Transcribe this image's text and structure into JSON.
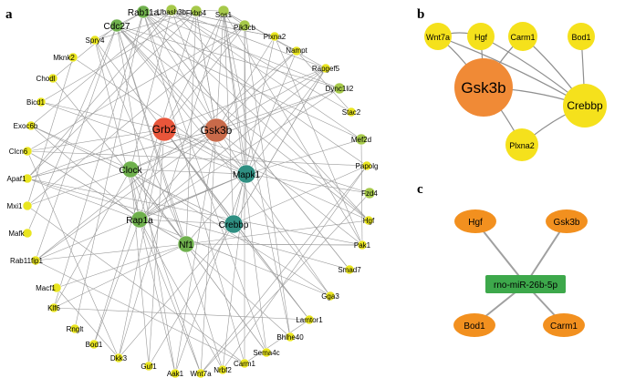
{
  "panels": {
    "a": {
      "letter": "a",
      "colors": {
        "yellow": "#e9e51f",
        "lightgreen": "#a6c94a",
        "green": "#6fb04d",
        "teal": "#2f8f82",
        "orange": "#f07a2f",
        "red": "#e8553a",
        "brown": "#c86a4a"
      },
      "nodes": [
        {
          "id": "Rab11a",
          "color": "green"
        },
        {
          "id": "Ubash3b",
          "color": "lightgreen"
        },
        {
          "id": "Fkbp4",
          "color": "lightgreen"
        },
        {
          "id": "Sos1",
          "color": "lightgreen"
        },
        {
          "id": "Cdc27",
          "color": "green"
        },
        {
          "id": "Pik3cb",
          "color": "lightgreen"
        },
        {
          "id": "Spry4",
          "color": "yellow"
        },
        {
          "id": "Plxna2",
          "color": "yellow"
        },
        {
          "id": "Nampt",
          "color": "yellow"
        },
        {
          "id": "Mknk2",
          "color": "yellow"
        },
        {
          "id": "Chodl",
          "color": "yellow"
        },
        {
          "id": "Rapgef5",
          "color": "yellow"
        },
        {
          "id": "Dync1li2",
          "color": "lightgreen"
        },
        {
          "id": "Bicd1",
          "color": "yellow"
        },
        {
          "id": "Stac2",
          "color": "yellow"
        },
        {
          "id": "Exoc6b",
          "color": "yellow"
        },
        {
          "id": "Grb2",
          "color": "red"
        },
        {
          "id": "Gsk3b",
          "color": "brown"
        },
        {
          "id": "Mef2d",
          "color": "lightgreen"
        },
        {
          "id": "Clcn6",
          "color": "yellow"
        },
        {
          "id": "Clock",
          "color": "green"
        },
        {
          "id": "Mapk1",
          "color": "teal"
        },
        {
          "id": "Papolg",
          "color": "yellow"
        },
        {
          "id": "Apaf1",
          "color": "yellow"
        },
        {
          "id": "Fzd4",
          "color": "lightgreen"
        },
        {
          "id": "Mxi1",
          "color": "yellow"
        },
        {
          "id": "Rap1a",
          "color": "green"
        },
        {
          "id": "Crebbp",
          "color": "teal"
        },
        {
          "id": "Hgf",
          "color": "yellow"
        },
        {
          "id": "Mafk",
          "color": "yellow"
        },
        {
          "id": "Nf1",
          "color": "green"
        },
        {
          "id": "Pak1",
          "color": "yellow"
        },
        {
          "id": "Rab11fip1",
          "color": "yellow"
        },
        {
          "id": "Smad7",
          "color": "yellow"
        },
        {
          "id": "Macf1",
          "color": "yellow"
        },
        {
          "id": "Gga3",
          "color": "yellow"
        },
        {
          "id": "Klf6",
          "color": "yellow"
        },
        {
          "id": "Lamtor1",
          "color": "yellow"
        },
        {
          "id": "Rnglt",
          "color": "yellow"
        },
        {
          "id": "Bhlhe40",
          "color": "yellow"
        },
        {
          "id": "Bod1",
          "color": "yellow"
        },
        {
          "id": "Sema4c",
          "color": "yellow"
        },
        {
          "id": "Dkk3",
          "color": "yellow"
        },
        {
          "id": "Carm1",
          "color": "yellow"
        },
        {
          "id": "Guf1",
          "color": "yellow"
        },
        {
          "id": "Aak1",
          "color": "yellow"
        },
        {
          "id": "Wnt7a",
          "color": "yellow"
        },
        {
          "id": "Nrbf2",
          "color": "yellow"
        }
      ],
      "hubs": [
        "Grb2",
        "Gsk3b",
        "Mapk1",
        "Crebbp",
        "Nf1",
        "Rap1a",
        "Clock",
        "Cdc27",
        "Rab11a",
        "Sos1",
        "Pik3cb",
        "Fkbp4",
        "Ubash3b"
      ]
    },
    "b": {
      "letter": "b",
      "nodes": [
        {
          "id": "Wnt7a",
          "color": "#f5e11c"
        },
        {
          "id": "Hgf",
          "color": "#f5e11c"
        },
        {
          "id": "Carm1",
          "color": "#f5e11c"
        },
        {
          "id": "Bod1",
          "color": "#f5e11c"
        },
        {
          "id": "Gsk3b",
          "color": "#f08a36"
        },
        {
          "id": "Crebbp",
          "color": "#f5e11c"
        },
        {
          "id": "Plxna2",
          "color": "#f5e11c"
        }
      ],
      "edges": [
        [
          "Gsk3b",
          "Wnt7a"
        ],
        [
          "Gsk3b",
          "Hgf"
        ],
        [
          "Gsk3b",
          "Carm1"
        ],
        [
          "Gsk3b",
          "Crebbp"
        ],
        [
          "Gsk3b",
          "Plxna2"
        ],
        [
          "Crebbp",
          "Hgf"
        ],
        [
          "Crebbp",
          "Carm1"
        ],
        [
          "Crebbp",
          "Bod1"
        ],
        [
          "Crebbp",
          "Wnt7a"
        ],
        [
          "Crebbp",
          "Plxna2"
        ],
        [
          "Wnt7a",
          "Hgf"
        ]
      ]
    },
    "c": {
      "letter": "c",
      "center": {
        "label": "rno-miR-26b-5p",
        "color": "#3da84b"
      },
      "targets": [
        {
          "id": "Hgf",
          "color": "#f2901f"
        },
        {
          "id": "Gsk3b",
          "color": "#f2901f"
        },
        {
          "id": "Bod1",
          "color": "#f2901f"
        },
        {
          "id": "Carm1",
          "color": "#f2901f"
        }
      ]
    }
  }
}
